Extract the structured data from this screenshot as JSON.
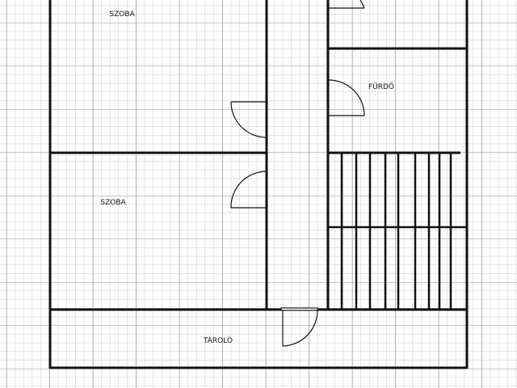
{
  "rooms": {
    "szoba_top": "SZOBA",
    "szoba_mid": "SZOBA",
    "furdo": "FÜRDŐ",
    "tarolo": "TÁROLÓ"
  },
  "colors": {
    "wall": "#111111",
    "grid_minor": "#c8c8c8",
    "grid_major": "#9a9a9a"
  }
}
